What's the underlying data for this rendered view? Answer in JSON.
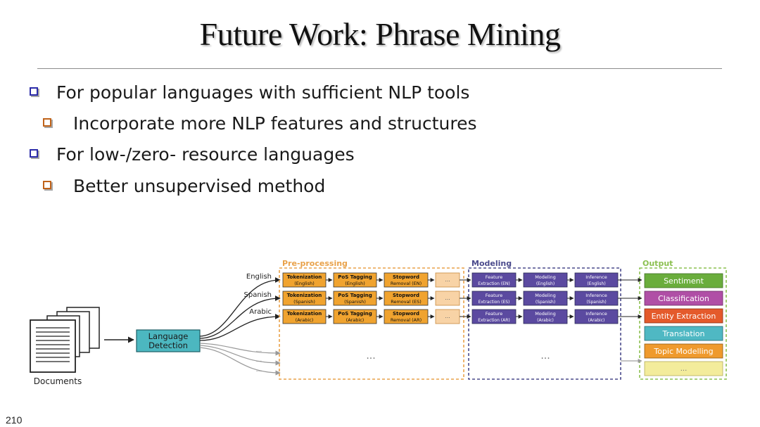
{
  "slide": {
    "title": "Future Work: Phrase Mining",
    "page_number": "210"
  },
  "bullets": [
    {
      "text": "For popular languages with sufficient NLP tools",
      "level": 1
    },
    {
      "text": "Incorporate more NLP features and structures",
      "level": 2
    },
    {
      "text": "For low-/zero- resource languages",
      "level": 1
    },
    {
      "text": "Better unsupervised method",
      "level": 2
    }
  ],
  "diagram": {
    "documents_label": "Documents",
    "language_detection_label": [
      "Language",
      "Detection"
    ],
    "languages": [
      "English",
      "Spanish",
      "Arabic"
    ],
    "more_languages": [
      "...",
      "...",
      "..."
    ],
    "sections": {
      "preprocessing": "Pre-processing",
      "modeling": "Modeling",
      "output": "Output"
    },
    "rows": [
      {
        "tokenization": [
          "Tokenization",
          "(English)"
        ],
        "pos_tagging": [
          "PoS Tagging",
          "(English)"
        ],
        "stopword": [
          "Stopword",
          "Removal (EN)"
        ],
        "feature": [
          "Feature",
          "Extraction (EN)"
        ],
        "modeling": [
          "Modeling",
          "(English)"
        ],
        "inference": [
          "Inference",
          "(English)"
        ]
      },
      {
        "tokenization": [
          "Tokenization",
          "(Spanish)"
        ],
        "pos_tagging": [
          "PoS Tagging",
          "(Spanish)"
        ],
        "stopword": [
          "Stopword",
          "Removal (ES)"
        ],
        "feature": [
          "Feature",
          "Extraction (ES)"
        ],
        "modeling": [
          "Modeling",
          "(Spanish)"
        ],
        "inference": [
          "Inference",
          "(Spanish)"
        ]
      },
      {
        "tokenization": [
          "Tokenization",
          "(Arabic)"
        ],
        "pos_tagging": [
          "PoS Tagging",
          "(Arabic)"
        ],
        "stopword": [
          "Stopword",
          "Removal (AR)"
        ],
        "feature": [
          "Feature",
          "Extraction (AR)"
        ],
        "modeling": [
          "Modeling",
          "(Arabic)"
        ],
        "inference": [
          "Inference",
          "(Arabic)"
        ]
      }
    ],
    "ellipsis": "...",
    "outputs": [
      {
        "label": "Sentiment",
        "color": "#6aad3c"
      },
      {
        "label": "Classification",
        "color": "#b04fa6"
      },
      {
        "label": "Entity Extraction",
        "color": "#e45a2b"
      },
      {
        "label": "Translation",
        "color": "#4fb8c3"
      },
      {
        "label": "Topic Modelling",
        "color": "#ef9a2d"
      },
      {
        "label": "...",
        "color": "#f3ec9b"
      }
    ],
    "colors": {
      "orange_box": "#f0a32f",
      "purple_box": "#5b4aa0",
      "teal_box": "#4cb7c0",
      "preprocessing_border": "#e9a24a",
      "modeling_border": "#4a4a8c",
      "output_border": "#8cc050"
    }
  }
}
